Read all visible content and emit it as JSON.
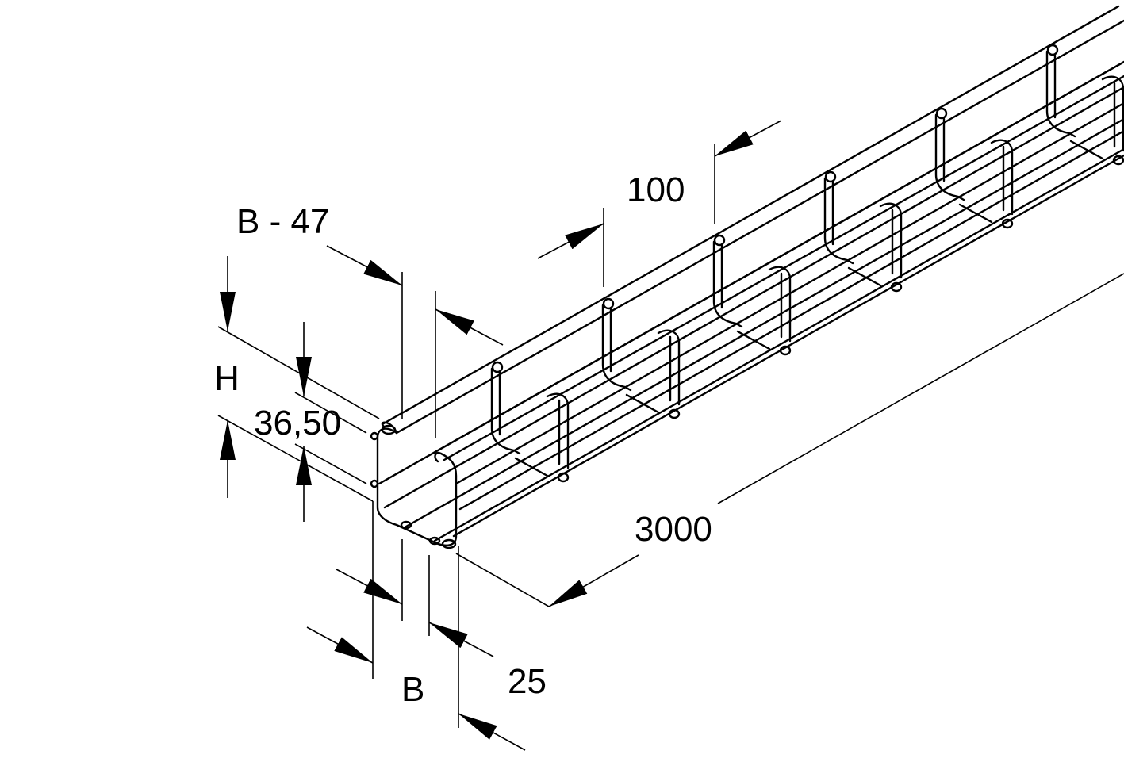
{
  "drawing": {
    "subject": "wire mesh cable tray",
    "line_color": "#000000",
    "background_color": "#ffffff"
  },
  "dimensions": {
    "mesh_pitch": "100",
    "inner_width": "B - 47",
    "height": "H",
    "wire_offset": "36,50",
    "length": "3000",
    "width": "B",
    "edge_offset": "25"
  }
}
